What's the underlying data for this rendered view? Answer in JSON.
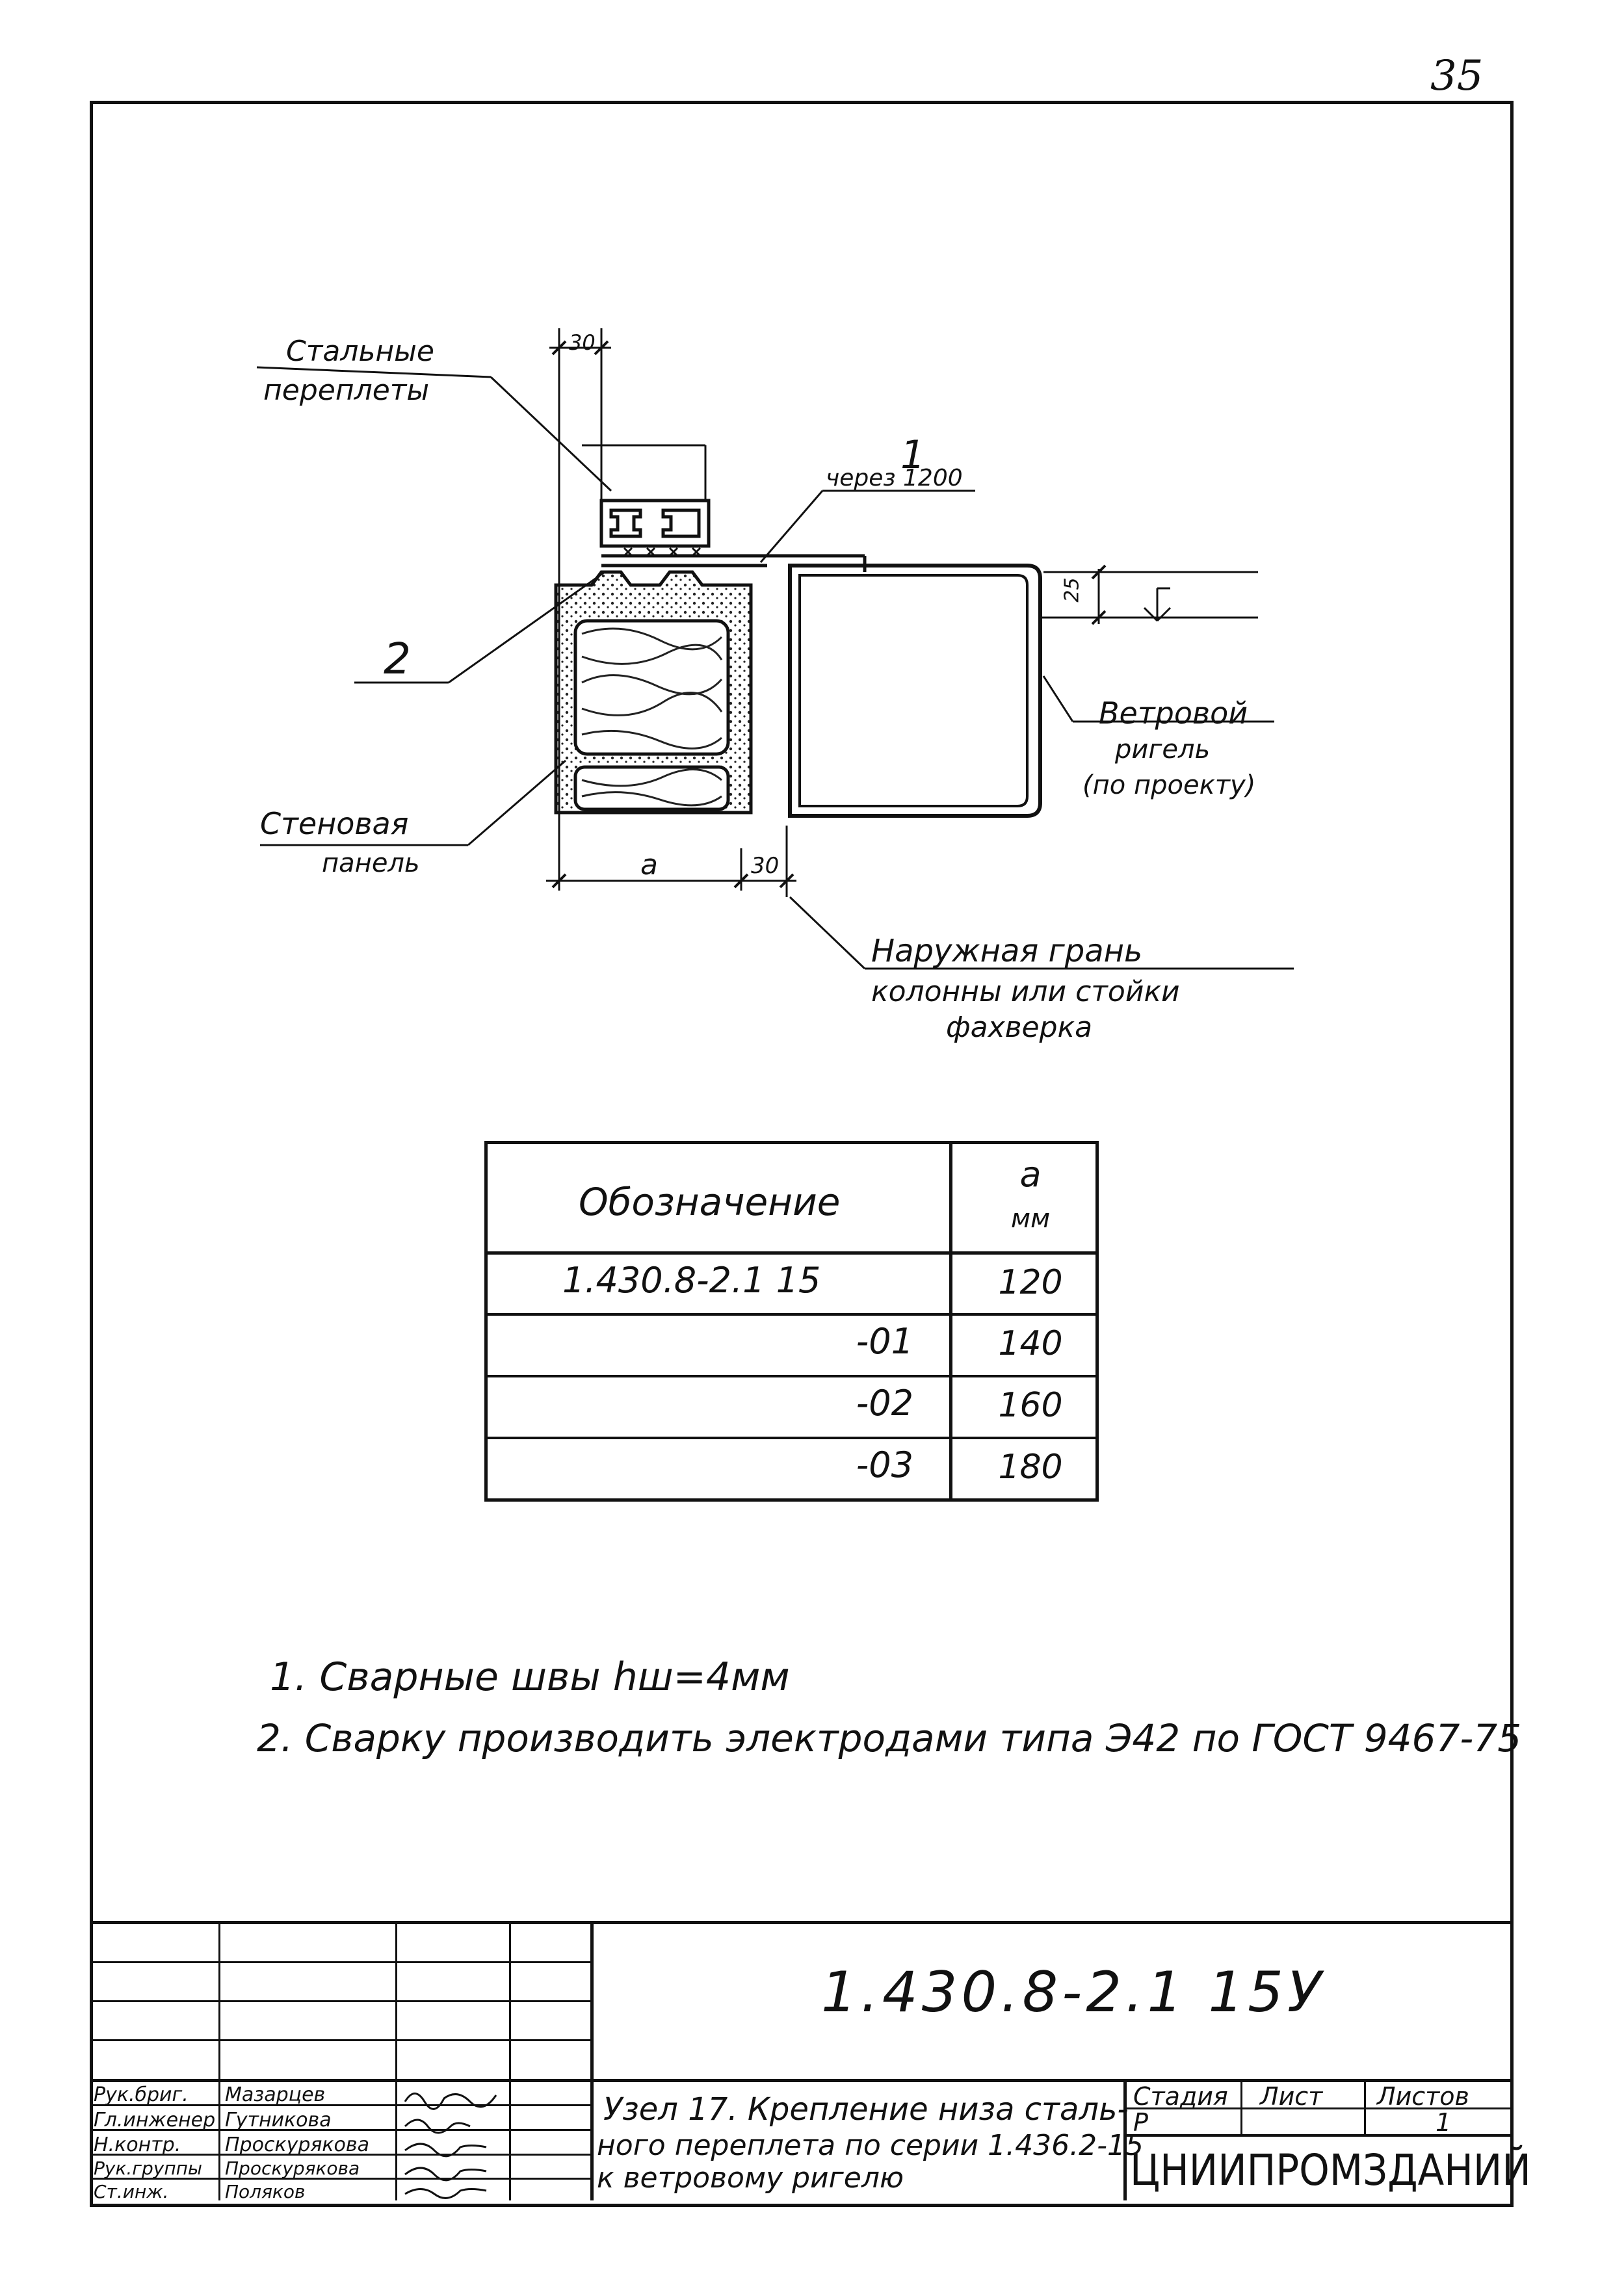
{
  "page_number": "35",
  "drawing": {
    "callouts": {
      "steel_frames": [
        "Стальные",
        "переплеты"
      ],
      "item1": "1",
      "item1_note": "через 1200",
      "item2": "2",
      "wall_panel": [
        "Стеновая",
        "панель"
      ],
      "wind_girder": [
        "Ветровой",
        "ригель",
        "(по проекту)"
      ],
      "outer_face": [
        "Наружная грань",
        "колонны или стойки",
        "фахверка"
      ]
    },
    "dimensions": {
      "top_30": "30",
      "right_30": "30",
      "dim_25": "25",
      "dim_a": "a"
    }
  },
  "spec_table": {
    "header_designation": "Обозначение",
    "header_a": "a",
    "header_unit": "мм",
    "rows": [
      {
        "designation": "1.430.8-2.1 15",
        "a": "120"
      },
      {
        "designation": "-01",
        "a": "140"
      },
      {
        "designation": "-02",
        "a": "160"
      },
      {
        "designation": "-03",
        "a": "180"
      }
    ]
  },
  "notes": [
    "1. Сварные швы hш=4мм",
    "2. Сварку производить электродами типа Э42 по ГОСТ 9467-75"
  ],
  "title_block": {
    "code": "1.430.8-2.1 15У",
    "title_lines": [
      "Узел 17. Крепление низа сталь-",
      "ного переплета по серии 1.436.2-15",
      "к ветровому ригелю"
    ],
    "stage_label": "Стадия",
    "sheet_label": "Лист",
    "sheets_label": "Листов",
    "stage_value": "Р",
    "sheets_value": "1",
    "organization": "ЦНИИПРОМЗДАНИЙ",
    "people": [
      {
        "role": "Рук.бриг.",
        "name": "Мазарцев"
      },
      {
        "role": "Гл.инженер",
        "name": "Гутникова"
      },
      {
        "role": "Н.контр.",
        "name": "Проскурякова"
      },
      {
        "role": "Рук.группы",
        "name": "Проскурякова"
      },
      {
        "role": "Ст.инж.",
        "name": "Поляков"
      }
    ]
  }
}
